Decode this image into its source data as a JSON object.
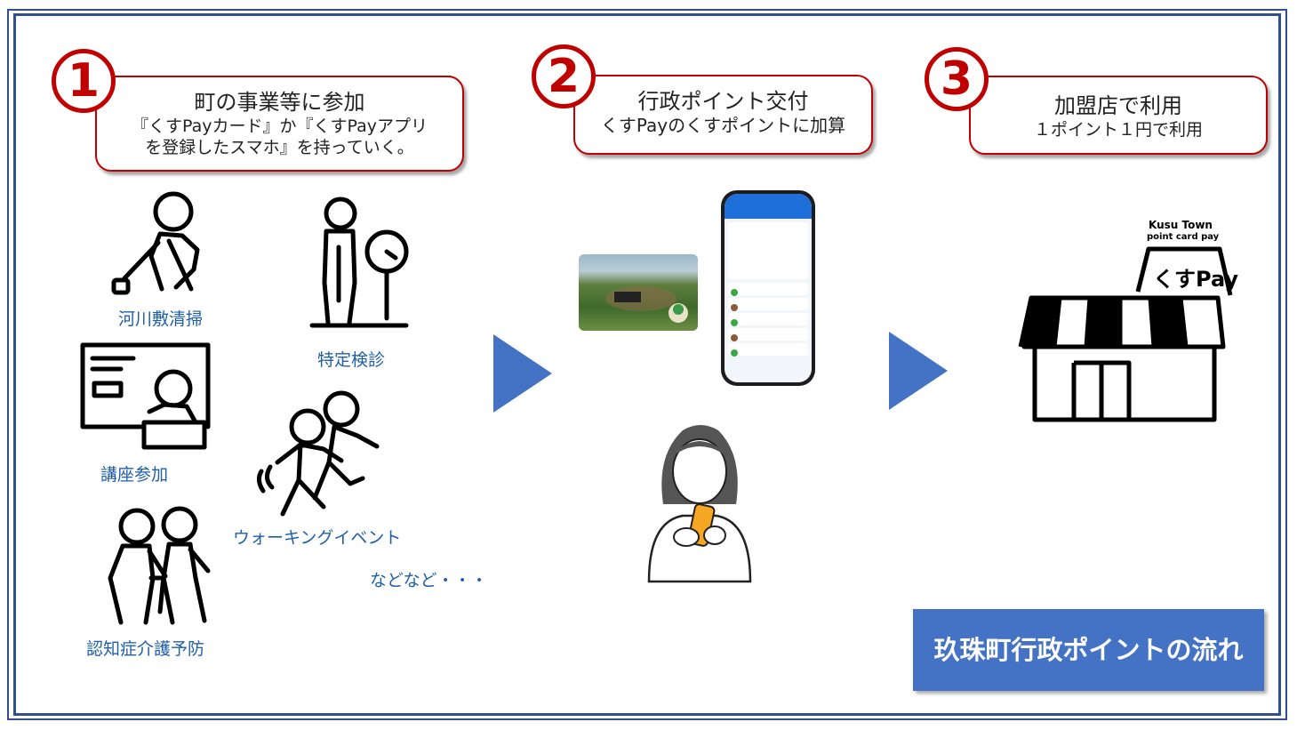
{
  "steps": [
    {
      "number": "1",
      "title": "町の事業等に参加",
      "line2": "『くすPayカード』か『くすPayアプリ",
      "line3": "を登録したスマホ』を持っていく。"
    },
    {
      "number": "2",
      "title": "行政ポイント交付",
      "line2": "くすPayのくすポイントに加算"
    },
    {
      "number": "3",
      "title": "加盟店で利用",
      "line2": "１ポイント１円で利用"
    }
  ],
  "activities": {
    "riverbed": "河川敷清掃",
    "checkup": "特定検診",
    "lecture": "講座参加",
    "walking": "ウォーキングイベント",
    "dementia": "認知症介護予防",
    "etc": "などなど・・・"
  },
  "shop": {
    "sign_line1": "Kusu Town",
    "sign_line2": "point card pay",
    "sign_brand": "くすPay"
  },
  "title_box": "玖珠町行政ポイントの流れ",
  "colors": {
    "accent_red": "#c00000",
    "accent_blue": "#4472c4",
    "label_blue": "#1f5fa8",
    "frame": "#2f4f8f"
  }
}
